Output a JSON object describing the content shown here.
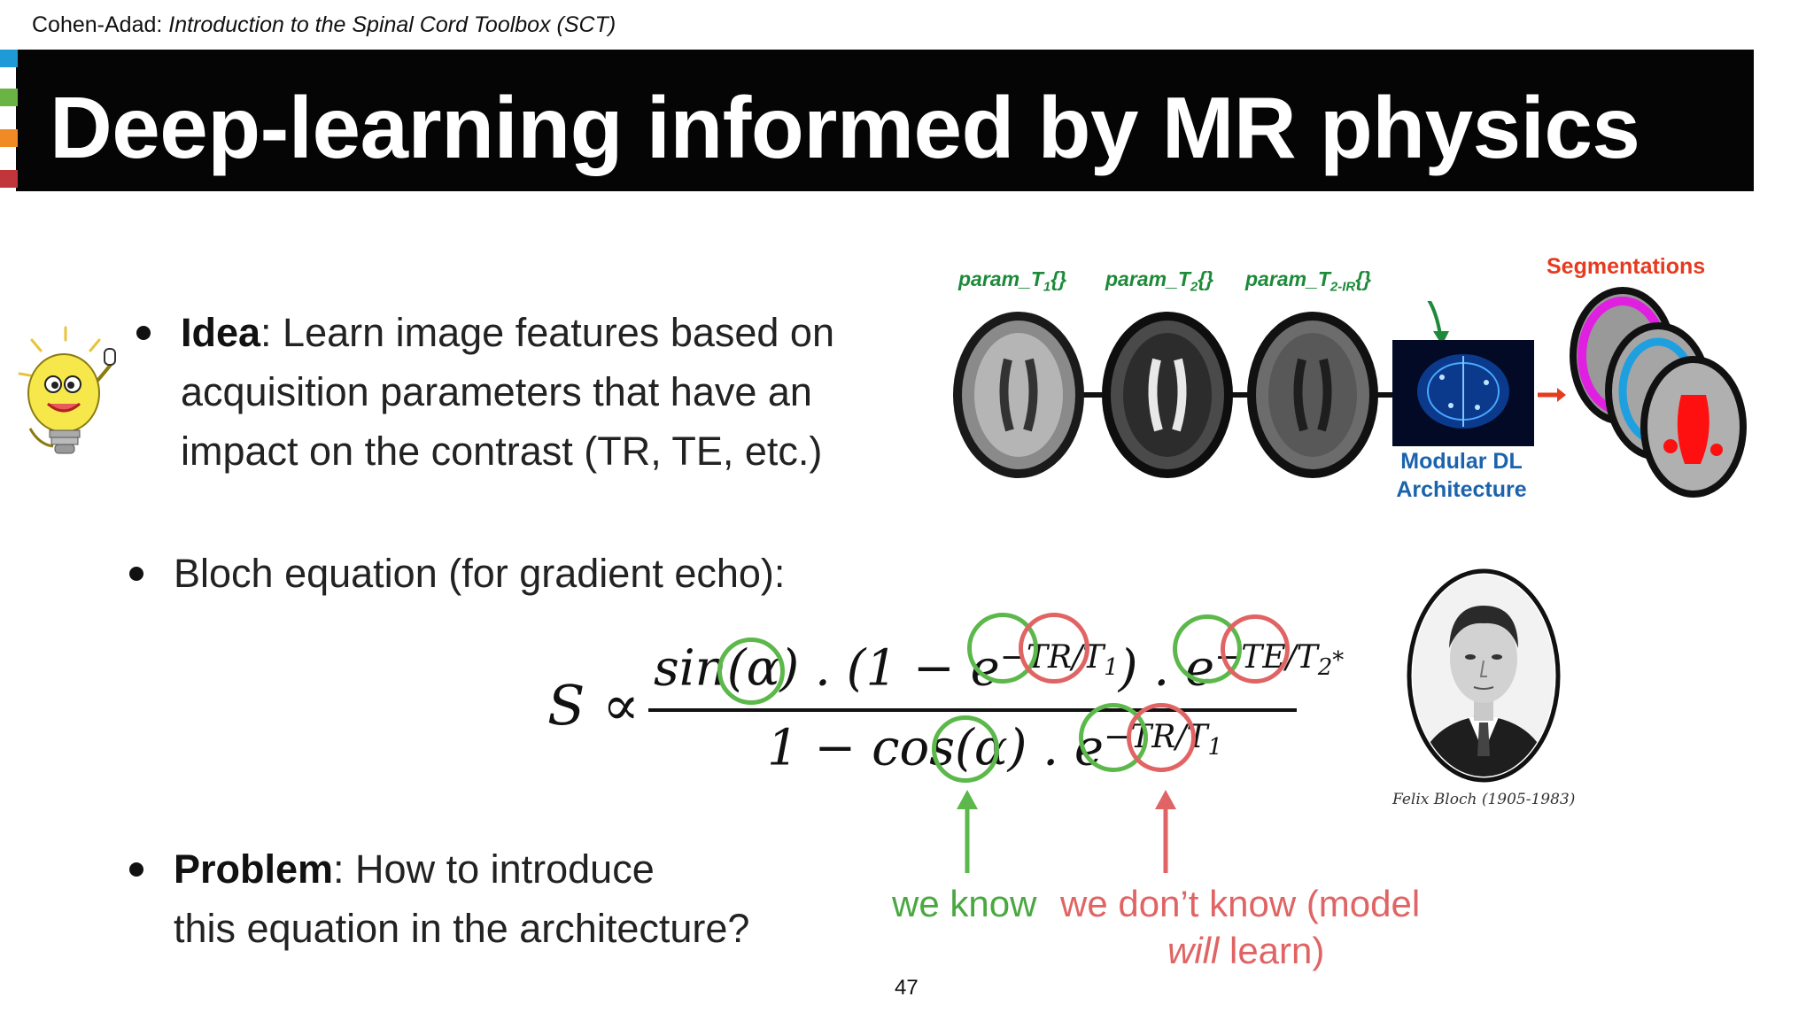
{
  "header": {
    "author": "Cohen-Adad:",
    "course": "Introduction to the Spinal Cord Toolbox (SCT)"
  },
  "title": "Deep-learning informed by MR physics",
  "accent_colors": [
    "#1e9ad6",
    "#6ab443",
    "#f08a24",
    "#c0363a"
  ],
  "bullets": {
    "idea": {
      "label": "Idea",
      "lines": [
        ": Learn image features based on",
        "acquisition parameters that have an",
        "impact on the contrast (TR, TE, etc.)"
      ]
    },
    "bloch": {
      "text": "Bloch equation (for gradient echo):"
    },
    "problem": {
      "label": "Problem",
      "lines": [
        ": How to introduce",
        "this equation in the architecture?"
      ]
    }
  },
  "figure": {
    "params": [
      {
        "prefix": "param_T",
        "sub": "1",
        "suffix": "{}"
      },
      {
        "prefix": "param_T",
        "sub": "2",
        "suffix": "{}"
      },
      {
        "prefix": "param_T",
        "sub": "2-IR",
        "suffix": "{}"
      }
    ],
    "segmentations_label": "Segmentations",
    "dl_label_line1": "Modular DL",
    "dl_label_line2": "Architecture",
    "colors": {
      "param_green": "#1d8a3a",
      "segmentation_red": "#e63b1f",
      "dl_blue": "#1b63ad"
    }
  },
  "equation": {
    "lhs": "S ∝",
    "numerator": {
      "sin": "sin(",
      "alpha": "α",
      "close_dot": ") . (1 − e",
      "exp1": "−TR/T",
      "exp1_sub": "1",
      "mid": ") . e",
      "exp2": "−TE/T",
      "exp2_sub": "2",
      "exp2_sup": "*"
    },
    "denominator": {
      "one": "1 − cos(",
      "alpha": "α",
      "close_dot": ") . e",
      "exp": "−TR/T",
      "exp_sub": "1"
    }
  },
  "annotations": {
    "we_know": "we know",
    "we_dont_know_1": "we don’t know (model",
    "we_dont_know_2_italic": "will",
    "we_dont_know_2_rest": " learn)",
    "colors": {
      "known": "#5cb84a",
      "unknown": "#e06464"
    }
  },
  "portrait_caption": "Felix Bloch (1905-1983)",
  "page_number": "47",
  "icons": [
    "lightbulb-mascot-icon",
    "brain-network-icon",
    "mri-slice-icon",
    "segmentation-slice-icon",
    "portrait-image"
  ]
}
